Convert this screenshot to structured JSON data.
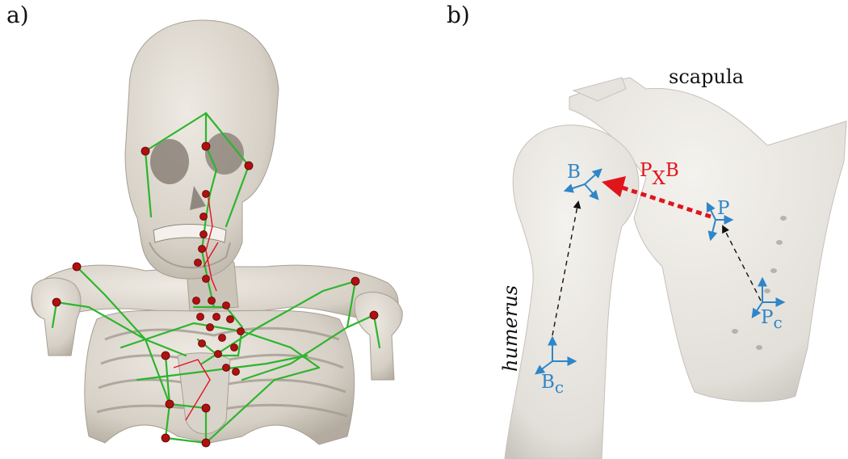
{
  "panels": {
    "a": {
      "label": "a)"
    },
    "b": {
      "label": "b)"
    }
  },
  "labels": {
    "scapula": "scapula",
    "humerus": "humerus",
    "B": "B",
    "P": "P",
    "Bc_main": "B",
    "Bc_sub": "c",
    "Pc_main": "P",
    "Pc_sub": "c",
    "pxb_p": "P",
    "pxb_x": "X",
    "pxb_b": "B"
  },
  "colors": {
    "bone": "#dcd7cf",
    "bone_shadow": "#b9b2a7",
    "skeleton_link": "#2db52d",
    "joint": "#b01010",
    "frame_blue": "#2f86c8",
    "transform_red": "#e0151c",
    "dashed_black": "#111111"
  }
}
